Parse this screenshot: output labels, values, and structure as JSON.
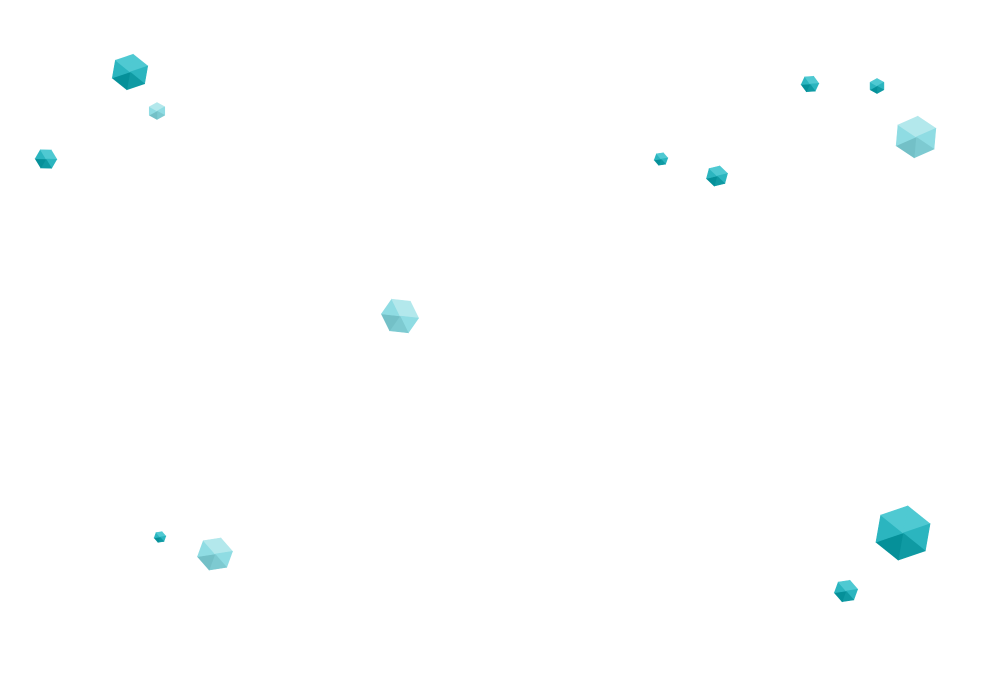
{
  "scene": {
    "background": "#ffffff",
    "palette": {
      "dark": "#0f9aa3",
      "mid": "#2bb5bf",
      "light": "#4fc9d2",
      "pale": "#8fdce3",
      "pale_light": "#b3e8ec"
    },
    "shapes": [
      {
        "name": "gem-1",
        "tone": "dark"
      },
      {
        "name": "gem-2",
        "tone": "pale"
      },
      {
        "name": "gem-3",
        "tone": "dark"
      },
      {
        "name": "gem-4",
        "tone": "dark"
      },
      {
        "name": "gem-5",
        "tone": "dark"
      },
      {
        "name": "gem-6",
        "tone": "pale"
      },
      {
        "name": "gem-7",
        "tone": "dark"
      },
      {
        "name": "gem-8",
        "tone": "dark"
      },
      {
        "name": "gem-9",
        "tone": "pale"
      },
      {
        "name": "gem-10",
        "tone": "dark"
      },
      {
        "name": "gem-11",
        "tone": "pale"
      },
      {
        "name": "gem-12",
        "tone": "dark"
      },
      {
        "name": "gem-13",
        "tone": "dark"
      }
    ]
  }
}
